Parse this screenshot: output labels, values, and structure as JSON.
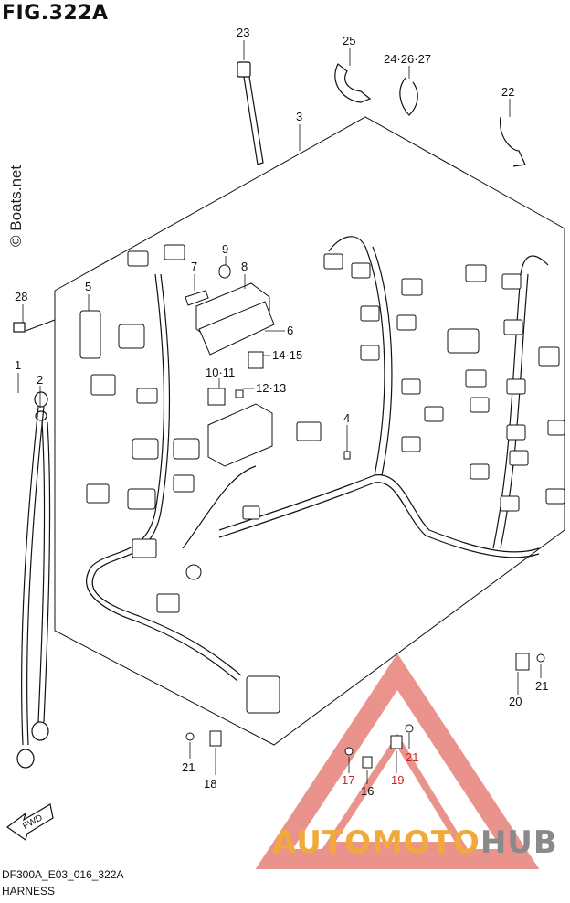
{
  "figure": {
    "title": "FIG.322A"
  },
  "watermark": {
    "text": "© Boats.net"
  },
  "callouts": [
    {
      "id": "c23",
      "text": "23",
      "red": false
    },
    {
      "id": "c25",
      "text": "25",
      "red": false
    },
    {
      "id": "c242627",
      "text": "24·26·27",
      "red": false
    },
    {
      "id": "c22",
      "text": "22",
      "red": false
    },
    {
      "id": "c3",
      "text": "3",
      "red": false
    },
    {
      "id": "c28",
      "text": "28",
      "red": false
    },
    {
      "id": "c5",
      "text": "5",
      "red": false
    },
    {
      "id": "c9",
      "text": "9",
      "red": false
    },
    {
      "id": "c7",
      "text": "7",
      "red": false
    },
    {
      "id": "c8",
      "text": "8",
      "red": false
    },
    {
      "id": "c6",
      "text": "6",
      "red": false
    },
    {
      "id": "c1415",
      "text": "14·15",
      "red": false
    },
    {
      "id": "c1",
      "text": "1",
      "red": false
    },
    {
      "id": "c2",
      "text": "2",
      "red": false
    },
    {
      "id": "c1011",
      "text": "10·11",
      "red": false
    },
    {
      "id": "c1213",
      "text": "12·13",
      "red": false
    },
    {
      "id": "c4",
      "text": "4",
      "red": false
    },
    {
      "id": "c21a",
      "text": "21",
      "red": false
    },
    {
      "id": "c20",
      "text": "20",
      "red": false
    },
    {
      "id": "c21b",
      "text": "21",
      "red": false
    },
    {
      "id": "c18",
      "text": "18",
      "red": false
    },
    {
      "id": "c21c",
      "text": "21",
      "red": true
    },
    {
      "id": "c17",
      "text": "17",
      "red": true
    },
    {
      "id": "c19",
      "text": "19",
      "red": true
    },
    {
      "id": "c16",
      "text": "16",
      "red": false
    }
  ],
  "fwd_label": "FWD",
  "footer": {
    "code": "DF300A_E03_016_322A",
    "caption": "HARNESS"
  },
  "brand": {
    "part1": "AUTOMOTO",
    "part2": "HUB"
  },
  "colors": {
    "brand_orange": "#f2a93b",
    "brand_gray": "#8a8a8a",
    "logo_red": "#e05a4f",
    "line": "#111111"
  }
}
